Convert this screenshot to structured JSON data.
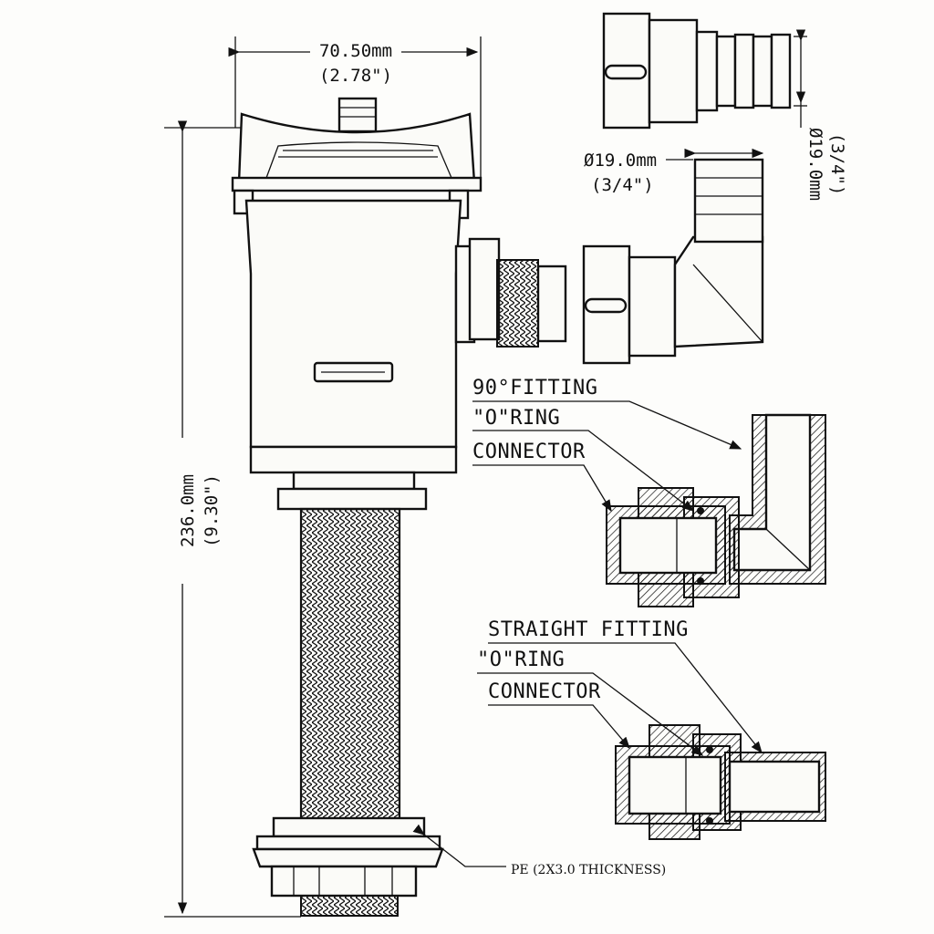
{
  "dimensions": {
    "width_mm": "70.50mm",
    "width_in": "(2.78\")",
    "height_mm": "236.0mm",
    "height_in": "(9.30\")",
    "hose_dia_mm_a": "Ø19.0mm",
    "hose_dia_in_a": "(3/4\")",
    "hose_dia_mm_b": "Ø19.0mm",
    "hose_dia_in_b": "(3/4\")"
  },
  "fitting_90": {
    "fitting_label": "90°FITTING",
    "oring_label": "\"O\"RING",
    "connector_label": "CONNECTOR"
  },
  "fitting_straight": {
    "fitting_label": "STRAIGHT FITTING",
    "oring_label": "\"O\"RING",
    "connector_label": "CONNECTOR"
  },
  "pe_note": "PE (2X3.0 THICKNESS)"
}
